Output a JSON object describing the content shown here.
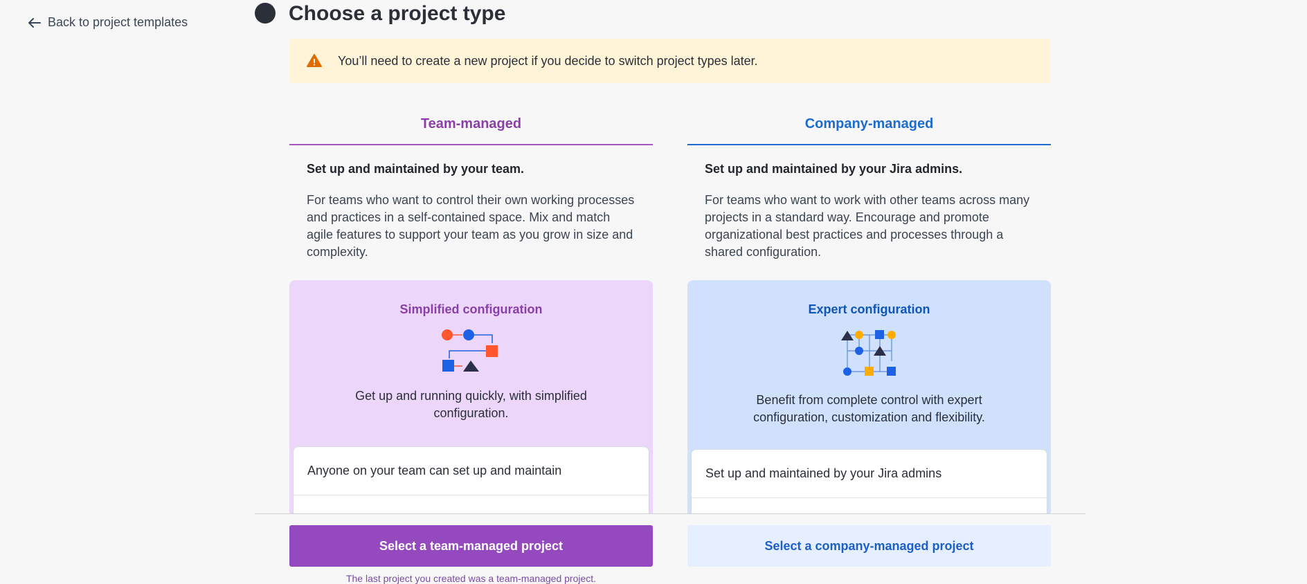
{
  "nav": {
    "back_label": "Back to project templates"
  },
  "page": {
    "title": "Choose a project type"
  },
  "warning": {
    "text": "You’ll need to create a new project if you decide to switch project types later."
  },
  "team": {
    "tab_label": "Team-managed",
    "subtitle": "Set up and maintained by your team.",
    "description": "For teams who want to control their own working processes and practices in a self-contained space. Mix and match agile features to support your team as you grow in size and complexity.",
    "config_title": "Simplified configuration",
    "config_description": "Get up and running quickly, with simplified configuration.",
    "features": [
      "Anyone on your team can set up and maintain"
    ],
    "select_button": "Select a team-managed project",
    "last_note": "The last project you created was a team-managed project."
  },
  "company": {
    "tab_label": "Company-managed",
    "subtitle": "Set up and maintained by your Jira admins.",
    "description": "For teams who want to work with other teams across many projects in a standard way. Encourage and promote organizational best practices and processes through a shared configuration.",
    "config_title": "Expert configuration",
    "config_description": "Benefit from complete control with expert configuration, customization and flexibility.",
    "features": [
      "Set up and maintained by your Jira admins"
    ],
    "select_button": "Select a company-managed project"
  },
  "colors": {
    "team_accent": "#9449be",
    "company_accent": "#1c6bd1",
    "warning_bg": "#fff4d8",
    "warning_icon": "#e06c00"
  },
  "icons": {
    "back": "arrow-left-icon",
    "warning": "warning-triangle-icon",
    "team_illustration": "simplified-config-illustration",
    "company_illustration": "expert-config-illustration"
  }
}
